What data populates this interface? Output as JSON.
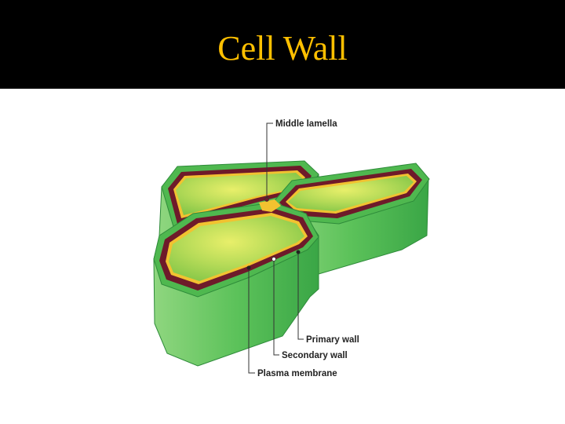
{
  "slide": {
    "title": "Cell Wall",
    "title_color": "#FFC000",
    "header_background": "#000000"
  },
  "diagram": {
    "labels": {
      "middle_lamella": "Middle lamella",
      "primary_wall": "Primary wall",
      "secondary_wall": "Secondary wall",
      "plasma_membrane": "Plasma membrane"
    },
    "colors": {
      "cell_side": "#5cc25a",
      "cell_top_edge": "#3ea83e",
      "wall_dark": "#6e1a2a",
      "middle_lamella": "#f2c230",
      "cytoplasm": "#9fd247"
    }
  }
}
